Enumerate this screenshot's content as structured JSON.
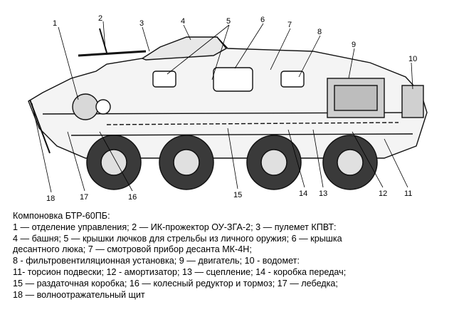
{
  "callouts": [
    "1",
    "2",
    "3",
    "4",
    "5",
    "6",
    "7",
    "8",
    "9",
    "10",
    "11",
    "12",
    "13",
    "14",
    "15",
    "16",
    "17",
    "18"
  ],
  "legend": {
    "title": "Компоновка БТР-60ПБ:",
    "lines": [
      "1  — отделение управления; 2 — ИК-прожектор ОУ-ЗГА-2; 3 — пулемет КПВТ:",
      "4 — башня; 5 — крышки лючков для стрельбы из личного оружия; 6 — крышка",
      "десантного люка; 7 — смотровой прибор десанта МК-4Н;",
      "8 - фильтровентиляционная установка; 9 — двигатель; 10 - водомет:",
      "11- торсион подвески; 12 - амортизатор; 13 — сцепление; 14 - коробка передач;",
      "15 — раздаточная коробка; 16 — колесный редуктор и тормоз; 17 — лебедка;",
      "18 — волноотражательный щит"
    ]
  }
}
